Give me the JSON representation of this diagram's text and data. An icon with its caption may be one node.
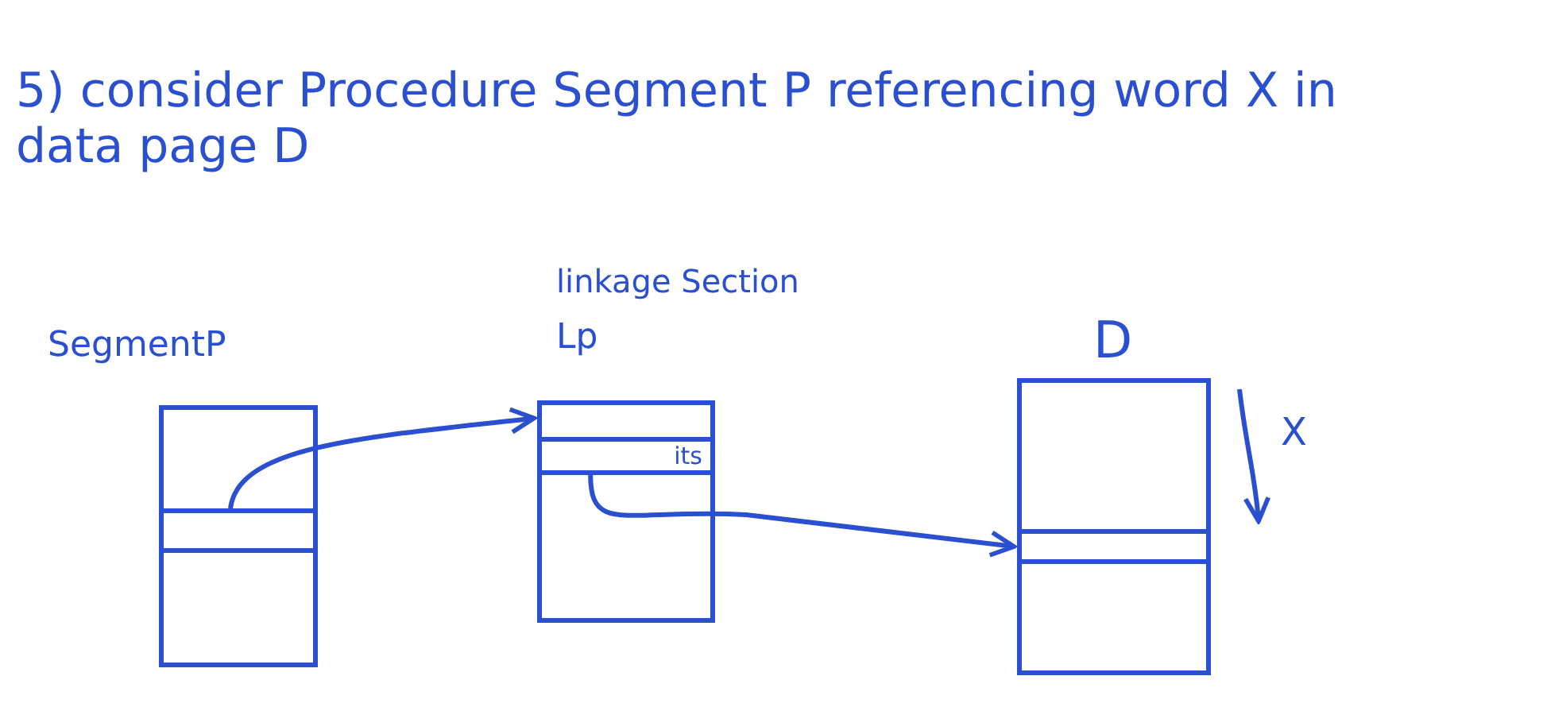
{
  "diagram": {
    "title": "5) consider Procedure Segment P referencing word X in data page D",
    "nodes": [
      {
        "text": [
          "SegmentP"
        ]
      },
      {
        "text": [],
        "shape": "box",
        "in": 0
      },
      {
        "text": [
          "linkage Section",
          "Lp"
        ]
      },
      {
        "text": [
          "its"
        ],
        "in": 2
      },
      {
        "text": [
          "D"
        ]
      },
      {
        "text": [],
        "shape": "box",
        "in": 4
      }
    ],
    "edges": [
      {
        "from": 1,
        "to": 2,
        "arrow": "to"
      },
      {
        "from": 3,
        "to": 5,
        "arrow": "to"
      }
    ],
    "labels": [
      "X"
    ]
  }
}
